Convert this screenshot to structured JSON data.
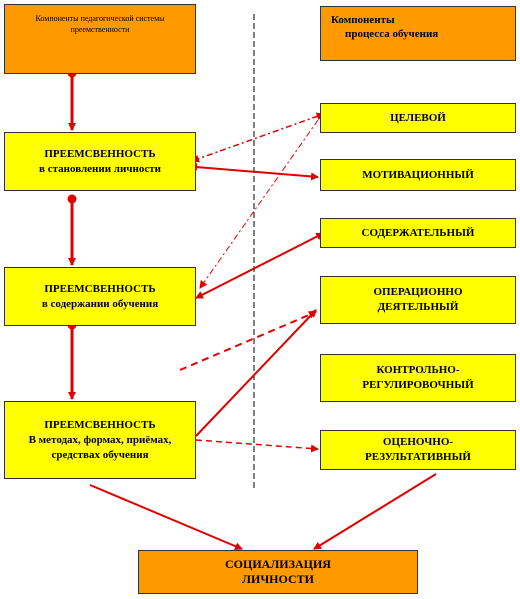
{
  "left_header": {
    "line1": "Компоненты педагогической системы",
    "line2": "преемственности"
  },
  "right_header": {
    "line1": "Компоненты",
    "line2": "процесса  обучения"
  },
  "left_boxes": [
    {
      "line1": "ПРЕЕМСВЕННОСТЬ",
      "line2": "в становлении личности"
    },
    {
      "line1": "ПРЕЕМСВЕННОСТЬ",
      "line2": "в содержании обучения"
    },
    {
      "line1": "ПРЕЕМСВЕННОСТЬ",
      "line2": "В методах, формах,  приёмах,",
      "line3": "средствах обучения"
    }
  ],
  "right_boxes": [
    {
      "line1": "ЦЕЛЕВОЙ"
    },
    {
      "line1": "МОТИВАЦИОННЫЙ"
    },
    {
      "line1": "СОДЕРЖАТЕЛЬНЫЙ"
    },
    {
      "line1": "ОПЕРАЦИОННО",
      "line2": "ДЕЯТЕЛЬНЫЙ"
    },
    {
      "line1": "КОНТРОЛЬНО-",
      "line2": "РЕГУЛИРОВОЧНЫЙ"
    },
    {
      "line1": "ОЦЕНОЧНО-",
      "line2": "РЕЗУЛЬТАТИВНЫЙ"
    }
  ],
  "bottom_box": {
    "line1": "СОЦИАЛИЗАЦИЯ",
    "line2": "ЛИЧНОСТИ"
  },
  "colors": {
    "header_fill": "#ff9900",
    "box_fill": "#ffff00",
    "arrow": "#e00000",
    "divider": "#000000"
  }
}
